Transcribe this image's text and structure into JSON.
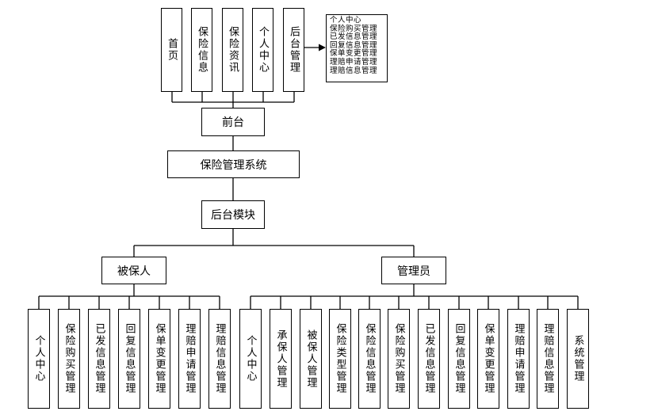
{
  "front_menu": [
    "首页",
    "保险信息",
    "保险资讯",
    "个人中心",
    "后台管理"
  ],
  "user_center_notes": [
    "个人中心",
    "保险购买管理",
    "已发信息管理",
    "回复信息管理",
    "保单变更管理",
    "理赔申请管理",
    "理赔信息管理"
  ],
  "front_label": "前台",
  "system_label": "保险管理系统",
  "backend_label": "后台模块",
  "roles": {
    "insured": {
      "label": "被保人",
      "items": [
        "个人中心",
        "保险购买管理",
        "已发信息管理",
        "回复信息管理",
        "保单变更管理",
        "理赔申请管理",
        "理赔信息管理"
      ]
    },
    "admin": {
      "label": "管理员",
      "items": [
        "个人中心",
        "承保人管理",
        "被保人管理",
        "保险类型管理",
        "保险信息管理",
        "保险购买管理",
        "已发信息管理",
        "回复信息管理",
        "保单变更管理",
        "理赔申请管理",
        "理赔信息管理",
        "系统管理"
      ]
    }
  }
}
